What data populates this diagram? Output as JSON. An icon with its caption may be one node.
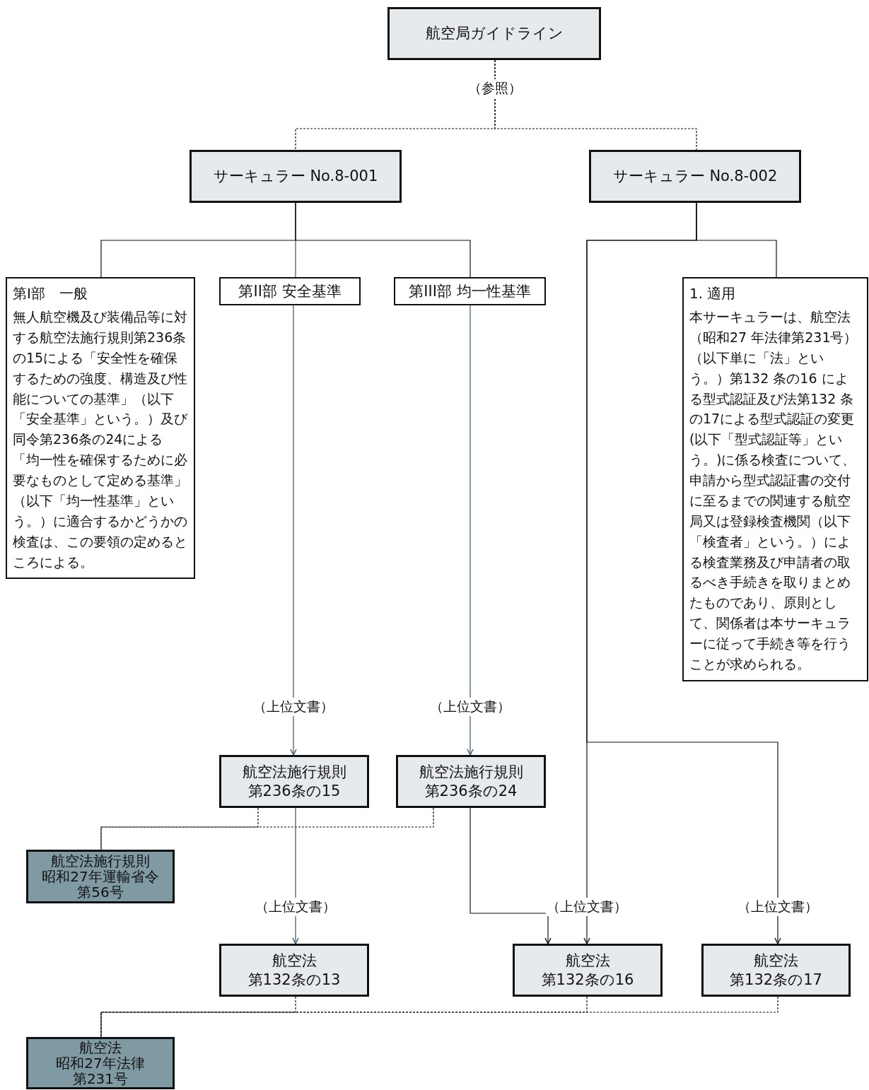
{
  "diagram": {
    "nodes": [
      {
        "text": [
          "航空局ガイドライン"
        ]
      },
      {
        "text": [
          "サーキュラー No.8-001"
        ]
      },
      {
        "text": [
          "サーキュラー No.8-002"
        ]
      },
      {
        "text": [
          "第I部　一般",
          "無人航空機及び装備品等に対する航空法施行規則第236条の15による「安全性を確保するための強度、構造及び性能についての基準」（以下「安全基準」という。）及び同令第236条の24による「均一性を確保するために必要なものとして定める基準」（以下「均一性基準」という。）に適合するかどうかの検査は、この要領の定めるところによる。"
        ]
      },
      {
        "text": [
          "第II部 安全基準"
        ]
      },
      {
        "text": [
          "第III部 均一性基準"
        ]
      },
      {
        "text": [
          "1. 適用",
          "本サーキュラーは、航空法（昭和27 年法律第231号）（以下単に「法」という。）第132 条の16 による型式認証及び法第132 条の17による型式認証の変更(以下「型式認証等」という。)に係る検査について、申請から型式認証書の交付に至るまでの関連する航空局又は登録検査機関（以下「検査者」という。）による検査業務及び申請者の取るべき手続きを取りまとめたものであり、原則として、関係者は本サーキュラーに従って手続き等を行うことが求められる。"
        ]
      },
      {
        "text": [
          "航空法施行規則第236条の15"
        ]
      },
      {
        "text": [
          "航空法施行規則第236条の24"
        ]
      },
      {
        "text": [
          "航空法施行規則昭和27年運輸省令第56号"
        ]
      },
      {
        "text": [
          "航空法第132条の13"
        ]
      },
      {
        "text": [
          "航空法第132条の16"
        ]
      },
      {
        "text": [
          "航空法第132条の17"
        ]
      },
      {
        "text": [
          "航空法昭和27年法律第231号"
        ]
      }
    ],
    "edges": [
      {
        "from": 0,
        "to": 1,
        "arrow": "none",
        "style": "dashed",
        "label": "（参照）"
      },
      {
        "from": 0,
        "to": 2,
        "arrow": "none",
        "style": "dashed"
      },
      {
        "from": 1,
        "to": 3,
        "arrow": "none"
      },
      {
        "from": 1,
        "to": 4,
        "arrow": "none",
        "color": "#3b5566"
      },
      {
        "from": 1,
        "to": 5,
        "arrow": "none"
      },
      {
        "from": 2,
        "to": 6,
        "arrow": "none"
      },
      {
        "from": 2,
        "to": 11,
        "arrow": "to",
        "label": "（上位文書）"
      },
      {
        "from": 2,
        "to": 12,
        "arrow": "to",
        "label": "（上位文書）"
      },
      {
        "from": 4,
        "to": 7,
        "arrow": "to",
        "color": "#3b5566",
        "label": "（上位文書）"
      },
      {
        "from": 5,
        "to": 8,
        "arrow": "to",
        "color": "#3b5566",
        "label": "（上位文書）"
      },
      {
        "from": 7,
        "to": 9,
        "arrow": "none",
        "style": "dashed"
      },
      {
        "from": 8,
        "to": 9,
        "arrow": "none",
        "style": "dashed"
      },
      {
        "from": 7,
        "to": 10,
        "arrow": "to",
        "color": "#3b5566",
        "label": "（上位文書）"
      },
      {
        "from": 8,
        "to": 11,
        "arrow": "to"
      },
      {
        "from": 10,
        "to": 13,
        "arrow": "none",
        "style": "dashed"
      },
      {
        "from": 11,
        "to": 13,
        "arrow": "none",
        "style": "dashed"
      },
      {
        "from": 12,
        "to": 13,
        "arrow": "none",
        "style": "dashed"
      }
    ]
  }
}
